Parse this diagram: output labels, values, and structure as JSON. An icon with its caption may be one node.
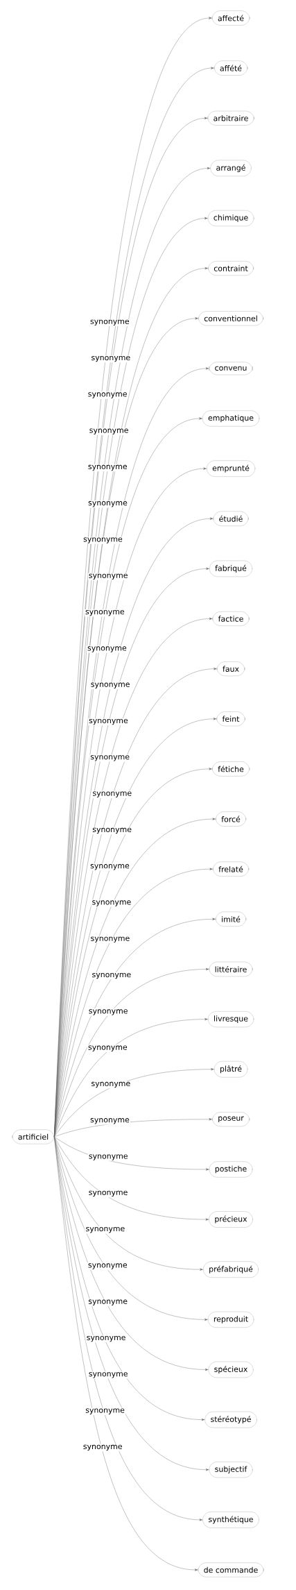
{
  "diagram": {
    "nodes": [
      {
        "text": [
          "artificiel"
        ]
      },
      {
        "text": [
          "affecté"
        ]
      },
      {
        "text": [
          "affété"
        ]
      },
      {
        "text": [
          "arbitraire"
        ]
      },
      {
        "text": [
          "arrangé"
        ]
      },
      {
        "text": [
          "chimique"
        ]
      },
      {
        "text": [
          "contraint"
        ]
      },
      {
        "text": [
          "conventionnel"
        ]
      },
      {
        "text": [
          "convenu"
        ]
      },
      {
        "text": [
          "emphatique"
        ]
      },
      {
        "text": [
          "emprunté"
        ]
      },
      {
        "text": [
          "étudié"
        ]
      },
      {
        "text": [
          "fabriqué"
        ]
      },
      {
        "text": [
          "factice"
        ]
      },
      {
        "text": [
          "faux"
        ]
      },
      {
        "text": [
          "feint"
        ]
      },
      {
        "text": [
          "fétiche"
        ]
      },
      {
        "text": [
          "forcé"
        ]
      },
      {
        "text": [
          "frelaté"
        ]
      },
      {
        "text": [
          "imité"
        ]
      },
      {
        "text": [
          "littéraire"
        ]
      },
      {
        "text": [
          "livresque"
        ]
      },
      {
        "text": [
          "plâtré"
        ]
      },
      {
        "text": [
          "poseur"
        ]
      },
      {
        "text": [
          "postiche"
        ]
      },
      {
        "text": [
          "précieux"
        ]
      },
      {
        "text": [
          "préfabriqué"
        ]
      },
      {
        "text": [
          "reproduit"
        ]
      },
      {
        "text": [
          "spécieux"
        ]
      },
      {
        "text": [
          "stéréotypé"
        ]
      },
      {
        "text": [
          "subjectif"
        ]
      },
      {
        "text": [
          "synthétique"
        ]
      },
      {
        "text": [
          "de commande"
        ]
      }
    ],
    "edges": [
      {
        "from": 0,
        "to": 1,
        "arrow": "to",
        "label": "synonyme"
      },
      {
        "from": 0,
        "to": 2,
        "arrow": "to",
        "label": "synonyme"
      },
      {
        "from": 0,
        "to": 3,
        "arrow": "to",
        "label": "synonyme"
      },
      {
        "from": 0,
        "to": 4,
        "arrow": "to",
        "label": "synonyme"
      },
      {
        "from": 0,
        "to": 5,
        "arrow": "to",
        "label": "synonyme"
      },
      {
        "from": 0,
        "to": 6,
        "arrow": "to",
        "label": "synonyme"
      },
      {
        "from": 0,
        "to": 7,
        "arrow": "to",
        "label": "synonyme"
      },
      {
        "from": 0,
        "to": 8,
        "arrow": "to",
        "label": "synonyme"
      },
      {
        "from": 0,
        "to": 9,
        "arrow": "to",
        "label": "synonyme"
      },
      {
        "from": 0,
        "to": 10,
        "arrow": "to",
        "label": "synonyme"
      },
      {
        "from": 0,
        "to": 11,
        "arrow": "to",
        "label": "synonyme"
      },
      {
        "from": 0,
        "to": 12,
        "arrow": "to",
        "label": "synonyme"
      },
      {
        "from": 0,
        "to": 13,
        "arrow": "to",
        "label": "synonyme"
      },
      {
        "from": 0,
        "to": 14,
        "arrow": "to",
        "label": "synonyme"
      },
      {
        "from": 0,
        "to": 15,
        "arrow": "to",
        "label": "synonyme"
      },
      {
        "from": 0,
        "to": 16,
        "arrow": "to",
        "label": "synonyme"
      },
      {
        "from": 0,
        "to": 17,
        "arrow": "to",
        "label": "synonyme"
      },
      {
        "from": 0,
        "to": 18,
        "arrow": "to",
        "label": "synonyme"
      },
      {
        "from": 0,
        "to": 19,
        "arrow": "to",
        "label": "synonyme"
      },
      {
        "from": 0,
        "to": 20,
        "arrow": "to",
        "label": "synonyme"
      },
      {
        "from": 0,
        "to": 21,
        "arrow": "to",
        "label": "synonyme"
      },
      {
        "from": 0,
        "to": 22,
        "arrow": "to",
        "label": "synonyme"
      },
      {
        "from": 0,
        "to": 23,
        "arrow": "to",
        "label": "synonyme"
      },
      {
        "from": 0,
        "to": 24,
        "arrow": "to",
        "label": "synonyme"
      },
      {
        "from": 0,
        "to": 25,
        "arrow": "to",
        "label": "synonyme"
      },
      {
        "from": 0,
        "to": 26,
        "arrow": "to",
        "label": "synonyme"
      },
      {
        "from": 0,
        "to": 27,
        "arrow": "to",
        "label": "synonyme"
      },
      {
        "from": 0,
        "to": 28,
        "arrow": "to",
        "label": "synonyme"
      },
      {
        "from": 0,
        "to": 29,
        "arrow": "to",
        "label": "synonyme"
      },
      {
        "from": 0,
        "to": 30,
        "arrow": "to",
        "label": "synonyme"
      },
      {
        "from": 0,
        "to": 31,
        "arrow": "to",
        "label": "synonyme"
      },
      {
        "from": 0,
        "to": 32,
        "arrow": "to",
        "label": "synonyme"
      }
    ]
  }
}
